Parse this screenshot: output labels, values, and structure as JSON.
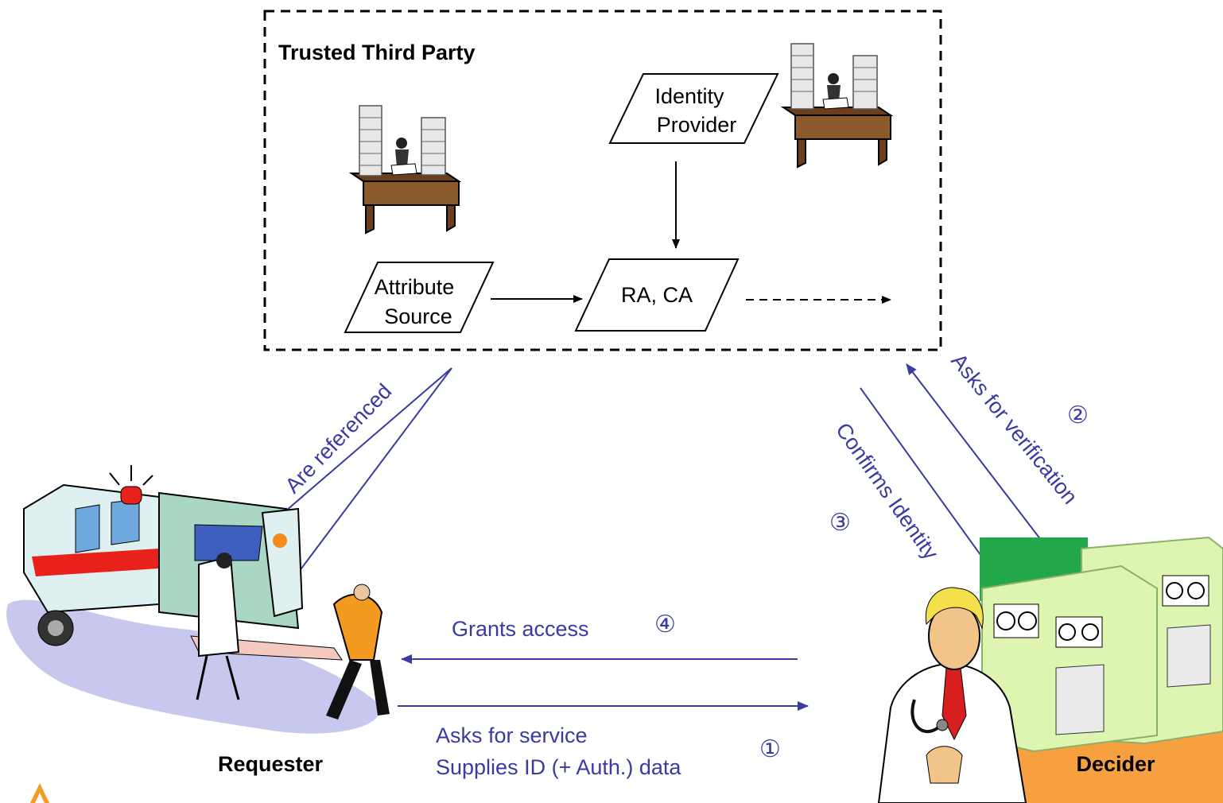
{
  "trusted_third_party": {
    "title": "Trusted Third Party",
    "identity_provider": [
      "Identity",
      "Provider"
    ],
    "attribute_source": [
      "Attribute",
      "Source"
    ],
    "ra_ca": "RA, CA"
  },
  "flows": {
    "are_referenced": "Are referenced",
    "asks_for_verification": "Asks for verification",
    "confirms_identity": "Confirms Identity",
    "grants_access": "Grants access",
    "asks_for_service": "Asks for service",
    "supplies_id": "Supplies ID (+ Auth.) data"
  },
  "steps": {
    "step1": "①",
    "step2": "②",
    "step3": "③",
    "step4": "④"
  },
  "actors": {
    "requester": "Requester",
    "decider": "Decider"
  },
  "colors": {
    "flow_arrow": "#3a3aa0",
    "decider_green": "#22a84a",
    "decider_orange": "#f7a040",
    "server_face": "#ddf5b0"
  },
  "icons": [
    "desk-clerk-icon",
    "ambulance-icon",
    "doctor-icon",
    "server-icon"
  ]
}
